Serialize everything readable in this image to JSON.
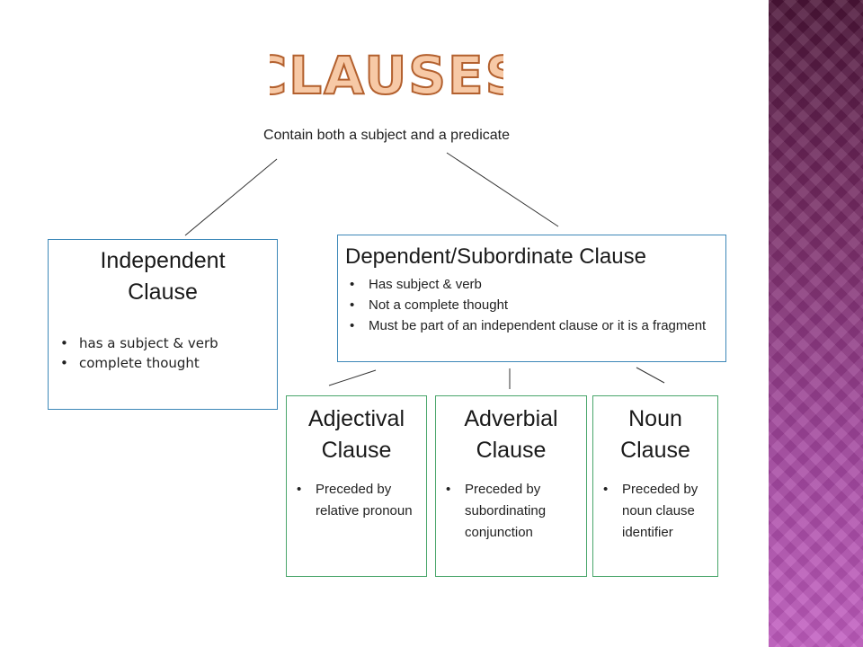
{
  "title": "CLAUSES",
  "subtitle": "Contain both a subject and a predicate",
  "independent": {
    "title_line1": "Independent",
    "title_line2": "Clause",
    "bullets": [
      "has a subject & verb",
      "complete thought"
    ]
  },
  "dependent": {
    "title": "Dependent/Subordinate Clause",
    "bullets": [
      "Has subject & verb",
      "Not a complete thought",
      "Must be part of an independent clause or it is a fragment"
    ]
  },
  "adjectival": {
    "title_line1": "Adjectival",
    "title_line2": "Clause",
    "bullets": [
      "Preceded by relative pronoun"
    ]
  },
  "adverbial": {
    "title_line1": "Adverbial",
    "title_line2": "Clause",
    "bullets": [
      "Preceded by subordinating conjunction"
    ]
  },
  "noun": {
    "title_line1": "Noun",
    "title_line2": "Clause",
    "bullets": [
      "Preceded by noun clause identifier"
    ]
  },
  "colors": {
    "title_fill": "#f7c9a6",
    "title_stroke": "#b3602e",
    "box_border_blue": "#3d88b8",
    "box_border_green": "#4aa66b",
    "side_band_top": "#4b1437",
    "side_band_bottom": "#c25dc1"
  }
}
